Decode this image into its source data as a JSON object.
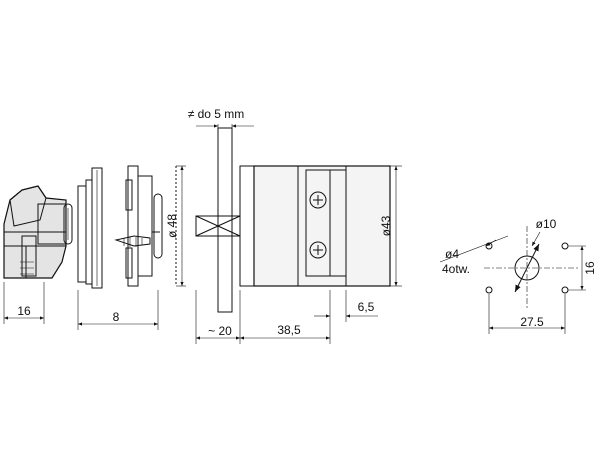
{
  "dimensions": {
    "d16": "16",
    "d8": "8",
    "d20": "~ 20",
    "d38_5": "38,5",
    "d6_5": "6,5",
    "d27_5": "27.5",
    "v16": "16",
    "dia48": "ø 48",
    "dia43": "ø43",
    "dia10": "ø10",
    "dia4": "ø4",
    "holes": "4otw.",
    "thickness": "≠ do 5 mm"
  },
  "colors": {
    "ink": "#111111",
    "part_light": "#e4e4e4",
    "part_mid": "#c8c8c8",
    "part_dark": "#8a8a8a",
    "panel": "#d9d9d9"
  }
}
